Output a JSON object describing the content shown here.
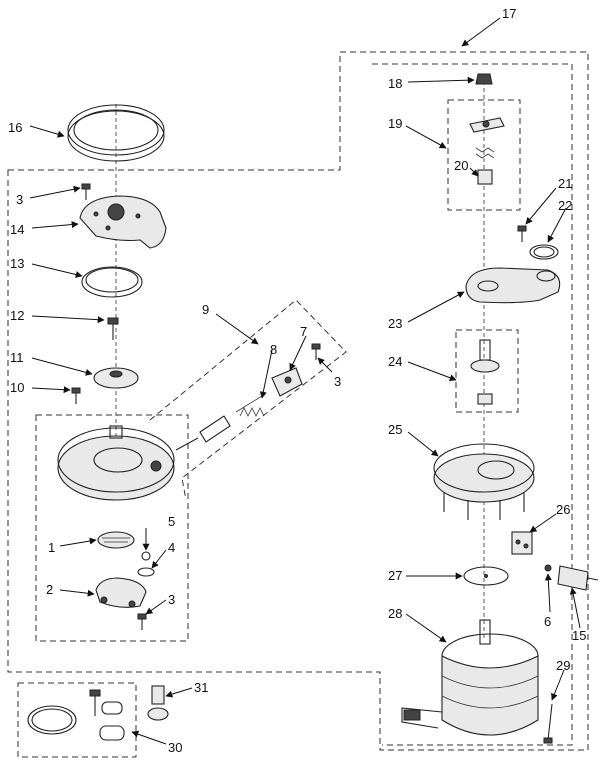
{
  "labels": {
    "l1": "1",
    "l2": "2",
    "l3a": "3",
    "l3b": "3",
    "l3c": "3",
    "l4": "4",
    "l5": "5",
    "l6": "6",
    "l7": "7",
    "l8": "8",
    "l9": "9",
    "l10": "10",
    "l11": "11",
    "l12": "12",
    "l13": "13",
    "l14": "14",
    "l15": "15",
    "l16": "16",
    "l17": "17",
    "l18": "18",
    "l19": "19",
    "l20": "20",
    "l21": "21",
    "l22": "22",
    "l23": "23",
    "l24": "24",
    "l25": "25",
    "l26": "26",
    "l27": "27",
    "l28": "28",
    "l29": "29",
    "l30": "30",
    "l31": "31"
  }
}
